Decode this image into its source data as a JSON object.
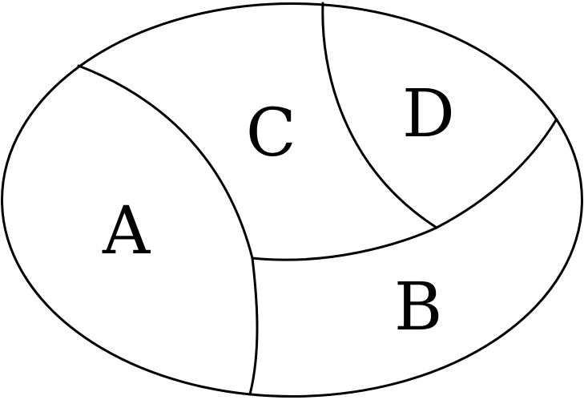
{
  "diagram": {
    "labels": {
      "a": "A",
      "b": "B",
      "c": "C",
      "d": "D"
    },
    "colors": {
      "stroke": "#000000",
      "background": "#ffffff"
    }
  }
}
